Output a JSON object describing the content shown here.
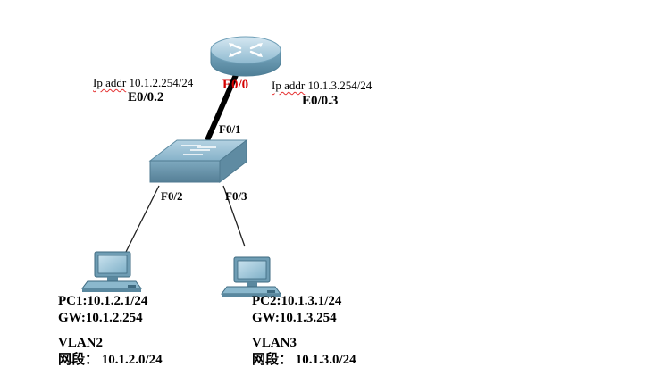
{
  "router": {
    "port": "E0/0",
    "sub1_addr_prefix": "Ip addr",
    "sub1_addr_value": "10.1.2.254/24",
    "sub1_name": "E0/0.2",
    "sub2_addr_prefix": "Ip addr",
    "sub2_addr_value": "10.1.3.254/24",
    "sub2_name": "E0/0.3"
  },
  "switch": {
    "uplink_port": "F0/1",
    "port_left": "F0/2",
    "port_right": "F0/3"
  },
  "pc1": {
    "ip": "PC1:10.1.2.1/24",
    "gw": "GW:10.1.2.254",
    "vlan": "VLAN2",
    "segment": "网段： 10.1.2.0/24"
  },
  "pc2": {
    "ip": "PC2:10.1.3.1/24",
    "gw": "GW:10.1.3.254",
    "vlan": "VLAN3",
    "segment": "网段： 10.1.3.0/24"
  },
  "colors": {
    "device_blue": "#7fb0c8",
    "device_dark": "#4f7f97",
    "link_bold": "#000000",
    "label_red": "#d40000"
  }
}
